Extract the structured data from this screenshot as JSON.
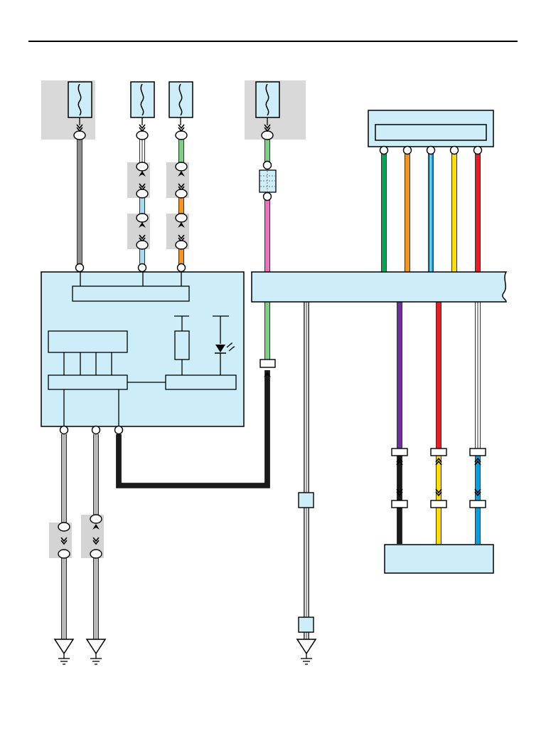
{
  "colors": {
    "module_fill": "#cdeef8",
    "fuse_panel": "#d9d9d9",
    "connector_shade": "#d4d4d4",
    "outline": "#000000",
    "background": "#ffffff"
  },
  "wires": [
    {
      "name": "wire-fuse-1-gray",
      "colors": [
        "#8c8c8c"
      ]
    },
    {
      "name": "wire-fuse-2-white-to-light-blue",
      "colors": [
        "#ffffff",
        "#a6dcf2"
      ]
    },
    {
      "name": "wire-fuse-3-green-to-orange",
      "colors": [
        "#7dcf86",
        "#f7941d"
      ]
    },
    {
      "name": "wire-fuse-4-green-to-pink",
      "colors": [
        "#7dcf86",
        "#ec72bd"
      ]
    },
    {
      "name": "wire-top-bus-green",
      "colors": [
        "#00a651"
      ]
    },
    {
      "name": "wire-top-bus-orange",
      "colors": [
        "#f7941d"
      ]
    },
    {
      "name": "wire-top-bus-blue",
      "colors": [
        "#0094d9"
      ]
    },
    {
      "name": "wire-top-bus-yellow",
      "colors": [
        "#ffdd00"
      ]
    },
    {
      "name": "wire-top-bus-red",
      "colors": [
        "#ed1c24"
      ]
    },
    {
      "name": "wire-bus-green-down",
      "colors": [
        "#7dcf86"
      ]
    },
    {
      "name": "wire-bus-purple-to-black",
      "colors": [
        "#7030a0",
        "#1a1a1a"
      ]
    },
    {
      "name": "wire-bus-red-to-yellow",
      "colors": [
        "#ed1c24",
        "#ffdd00"
      ]
    },
    {
      "name": "wire-bus-white-to-blue",
      "colors": [
        "#ffffff",
        "#00a0e9"
      ]
    },
    {
      "name": "wire-module-black-loop",
      "colors": [
        "#1a1a1a"
      ]
    },
    {
      "name": "wire-ground-1-white",
      "colors": [
        "#ffffff"
      ]
    },
    {
      "name": "wire-ground-2-white",
      "colors": [
        "#ffffff"
      ]
    },
    {
      "name": "wire-ground-3-white",
      "colors": [
        "#ffffff"
      ]
    }
  ],
  "icons": {
    "fuse": "fuse-icon",
    "ground": "ground-icon",
    "resistor": "resistor-icon",
    "led": "led-icon",
    "connector": "connector-icon"
  }
}
